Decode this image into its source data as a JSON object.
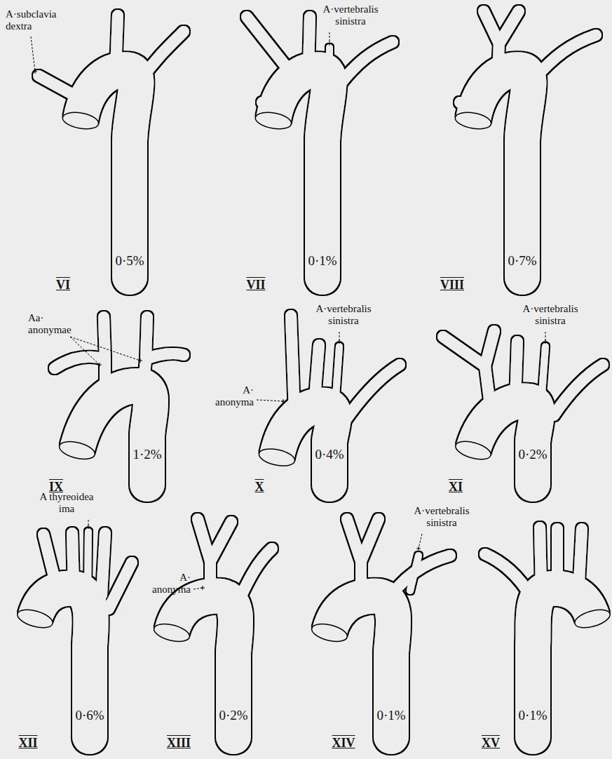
{
  "diagram": {
    "labels": [
      "A·subclavia dextra",
      "A·vertebralis sinistra",
      "0·5%",
      "VI",
      "0·1%",
      "VII",
      "0·7%",
      "VIII",
      "Aa· anonymae",
      "A· anonyma",
      "A·vertebralis sinistra",
      "A·vertebralis sinistra",
      "1·2%",
      "IX",
      "0·4%",
      "X",
      "0·2%",
      "XI",
      "A thyreoidea ima",
      "A· anonyma",
      "A·vertebralis sinistra",
      "0·6%",
      "XII",
      "0·2%",
      "XIII",
      "0·1%",
      "XIV",
      "0·1%",
      "XV"
    ]
  }
}
